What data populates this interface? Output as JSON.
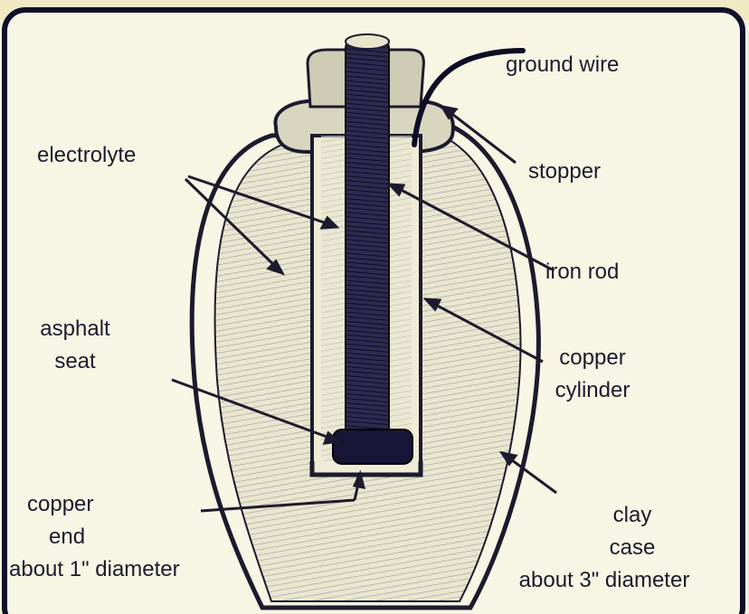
{
  "labels": {
    "ground_wire": "ground wire",
    "electrolyte": "electrolyte",
    "stopper": "stopper",
    "iron_rod": "iron rod",
    "asphalt_seat": [
      "asphalt",
      "seat"
    ],
    "copper_cylinder": [
      "copper",
      "cylinder"
    ],
    "copper_end": [
      "copper",
      "end",
      "about 1\" diameter"
    ],
    "clay_case": [
      "clay",
      "case",
      "about 3\" diameter"
    ]
  },
  "colors": {
    "ink": "#1c1b2e",
    "background": "#f5f3de",
    "frame": "#0f0f2a"
  }
}
